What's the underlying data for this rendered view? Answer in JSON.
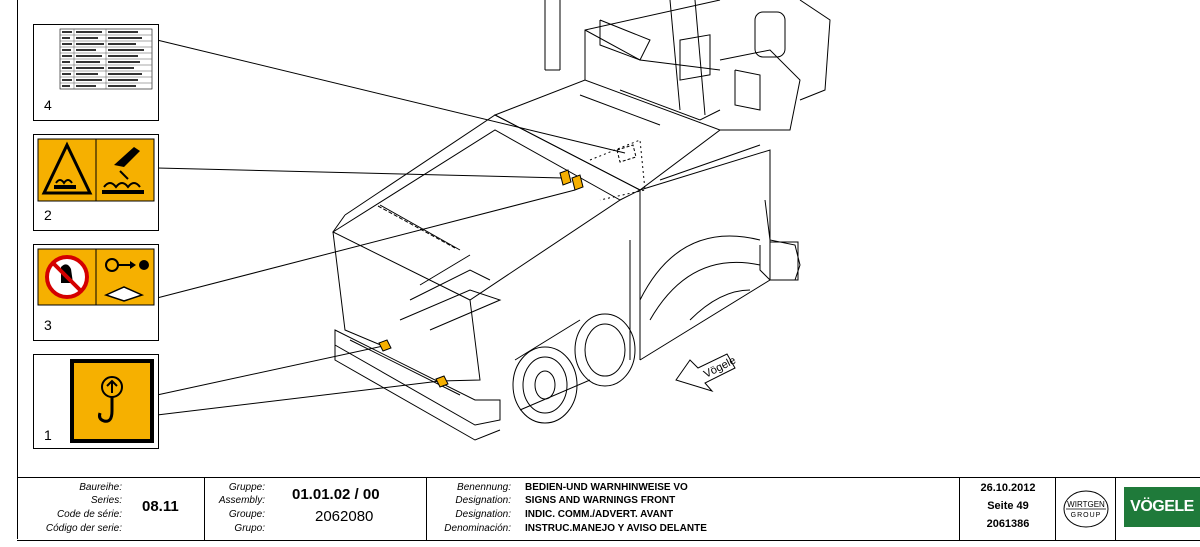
{
  "labels": [
    {
      "number": "4",
      "icon": "parts-list-table-icon"
    },
    {
      "number": "2",
      "icon": "hot-surface-and-hand-crush-warning-icon"
    },
    {
      "number": "3",
      "icon": "no-access-and-key-removal-instruction-icon"
    },
    {
      "number": "1",
      "icon": "lifting-hook-point-icon"
    }
  ],
  "drawing": {
    "logo_stamp_text": "Vögele",
    "icon": "asphalt-paver-isometric-drawing"
  },
  "title_block": {
    "series_labels": [
      "Baureihe:",
      "Series:",
      "Code de série:",
      "Código der serie:"
    ],
    "series_value": "08.11",
    "group_labels": [
      "Gruppe:",
      "Assembly:",
      "Groupe:",
      "Grupo:"
    ],
    "group_value": "01.01.02 / 00",
    "group_number": "2062080",
    "designation_labels": [
      "Benennung:",
      "Designation:",
      "Designation:",
      "Denominación:"
    ],
    "designation_values": [
      "BEDIEN-UND WARNHINWEISE VO",
      "SIGNS AND WARNINGS FRONT",
      "INDIC. COMM./ADVERT. AVANT",
      "INSTRUC.MANEJO Y AVISO DELANTE"
    ],
    "date": "26.10.2012",
    "page": "Seite 49",
    "doc_number": "2061386",
    "wirtgen_logo": [
      "WIRTGEN",
      "GROUP"
    ],
    "vogele_logo": "VÖGELE",
    "colors": {
      "warning_yellow": "#f6b000",
      "vogele_green": "#1f7a3a"
    }
  }
}
